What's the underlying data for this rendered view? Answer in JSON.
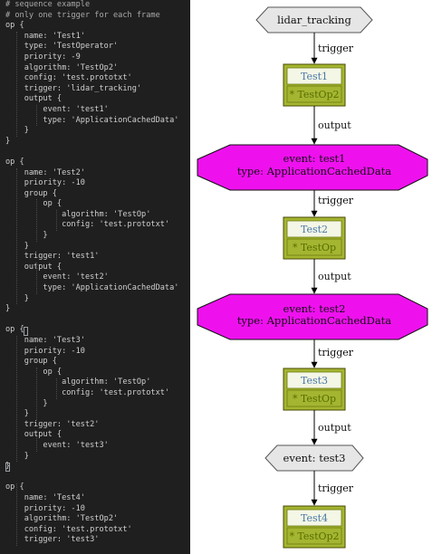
{
  "editor": {
    "lines": [
      {
        "text": "# sequence example",
        "type": "comment"
      },
      {
        "text": "# only one trigger for each frame",
        "type": "comment"
      },
      {
        "text": "op {",
        "type": "code"
      },
      {
        "text": "    name: 'Test1'",
        "type": "code"
      },
      {
        "text": "    type: 'TestOperator'",
        "type": "code"
      },
      {
        "text": "    priority: -9",
        "type": "code"
      },
      {
        "text": "    algorithm: 'TestOp2'",
        "type": "code"
      },
      {
        "text": "    config: 'test.prototxt'",
        "type": "code"
      },
      {
        "text": "    trigger: 'lidar_tracking'",
        "type": "code"
      },
      {
        "text": "    output {",
        "type": "code"
      },
      {
        "text": "        event: 'test1'",
        "type": "code"
      },
      {
        "text": "        type: 'ApplicationCachedData'",
        "type": "code"
      },
      {
        "text": "    }",
        "type": "code"
      },
      {
        "text": "}",
        "type": "code"
      },
      {
        "text": "",
        "type": "code"
      },
      {
        "text": "op {",
        "type": "code"
      },
      {
        "text": "    name: 'Test2'",
        "type": "code"
      },
      {
        "text": "    priority: -10",
        "type": "code"
      },
      {
        "text": "    group {",
        "type": "code"
      },
      {
        "text": "        op {",
        "type": "code"
      },
      {
        "text": "            algorithm: 'TestOp'",
        "type": "code"
      },
      {
        "text": "            config: 'test.prototxt'",
        "type": "code"
      },
      {
        "text": "        }",
        "type": "code"
      },
      {
        "text": "    }",
        "type": "code"
      },
      {
        "text": "    trigger: 'test1'",
        "type": "code"
      },
      {
        "text": "    output {",
        "type": "code"
      },
      {
        "text": "        event: 'test2'",
        "type": "code"
      },
      {
        "text": "        type: 'ApplicationCachedData'",
        "type": "code"
      },
      {
        "text": "    }",
        "type": "code"
      },
      {
        "text": "}",
        "type": "code"
      },
      {
        "text": "",
        "type": "code"
      },
      {
        "text": "op {",
        "type": "code"
      },
      {
        "text": "    name: 'Test3'",
        "type": "code"
      },
      {
        "text": "    priority: -10",
        "type": "code"
      },
      {
        "text": "    group {",
        "type": "code"
      },
      {
        "text": "        op {",
        "type": "code"
      },
      {
        "text": "            algorithm: 'TestOp'",
        "type": "code"
      },
      {
        "text": "            config: 'test.prototxt'",
        "type": "code"
      },
      {
        "text": "        }",
        "type": "code"
      },
      {
        "text": "    }",
        "type": "code"
      },
      {
        "text": "    trigger: 'test2'",
        "type": "code"
      },
      {
        "text": "    output {",
        "type": "code"
      },
      {
        "text": "        event: 'test3'",
        "type": "code"
      },
      {
        "text": "    }",
        "type": "code"
      },
      {
        "text": "}",
        "type": "code"
      },
      {
        "text": "",
        "type": "code"
      },
      {
        "text": "op {",
        "type": "code"
      },
      {
        "text": "    name: 'Test4'",
        "type": "code"
      },
      {
        "text": "    priority: -10",
        "type": "code"
      },
      {
        "text": "    algorithm: 'TestOp2'",
        "type": "code"
      },
      {
        "text": "    config: 'test.prototxt'",
        "type": "code"
      },
      {
        "text": "    trigger: 'test3'",
        "type": "code"
      }
    ]
  },
  "graph": {
    "colors": {
      "op_fill": "#a4b531",
      "op_inner": "#f4f6e6",
      "event_fill": "#ee11ee",
      "event_stroke": "#111111",
      "source_fill": "#e6e6e6",
      "op_title": "#4a78a8",
      "op_algo": "#5a6e00"
    },
    "source": {
      "label": "lidar_tracking"
    },
    "ops": [
      {
        "name": "Test1",
        "algo": "* TestOp2"
      },
      {
        "name": "Test2",
        "algo": "* TestOp"
      },
      {
        "name": "Test3",
        "algo": "* TestOp"
      },
      {
        "name": "Test4",
        "algo": "* TestOp2"
      }
    ],
    "events": [
      {
        "line1": "event: test1",
        "line2": "type: ApplicationCachedData"
      },
      {
        "line1": "event: test2",
        "line2": "type: ApplicationCachedData"
      }
    ],
    "terminal_event": {
      "label": "event: test3"
    },
    "edge_labels": {
      "trigger": "trigger",
      "output": "output"
    }
  }
}
